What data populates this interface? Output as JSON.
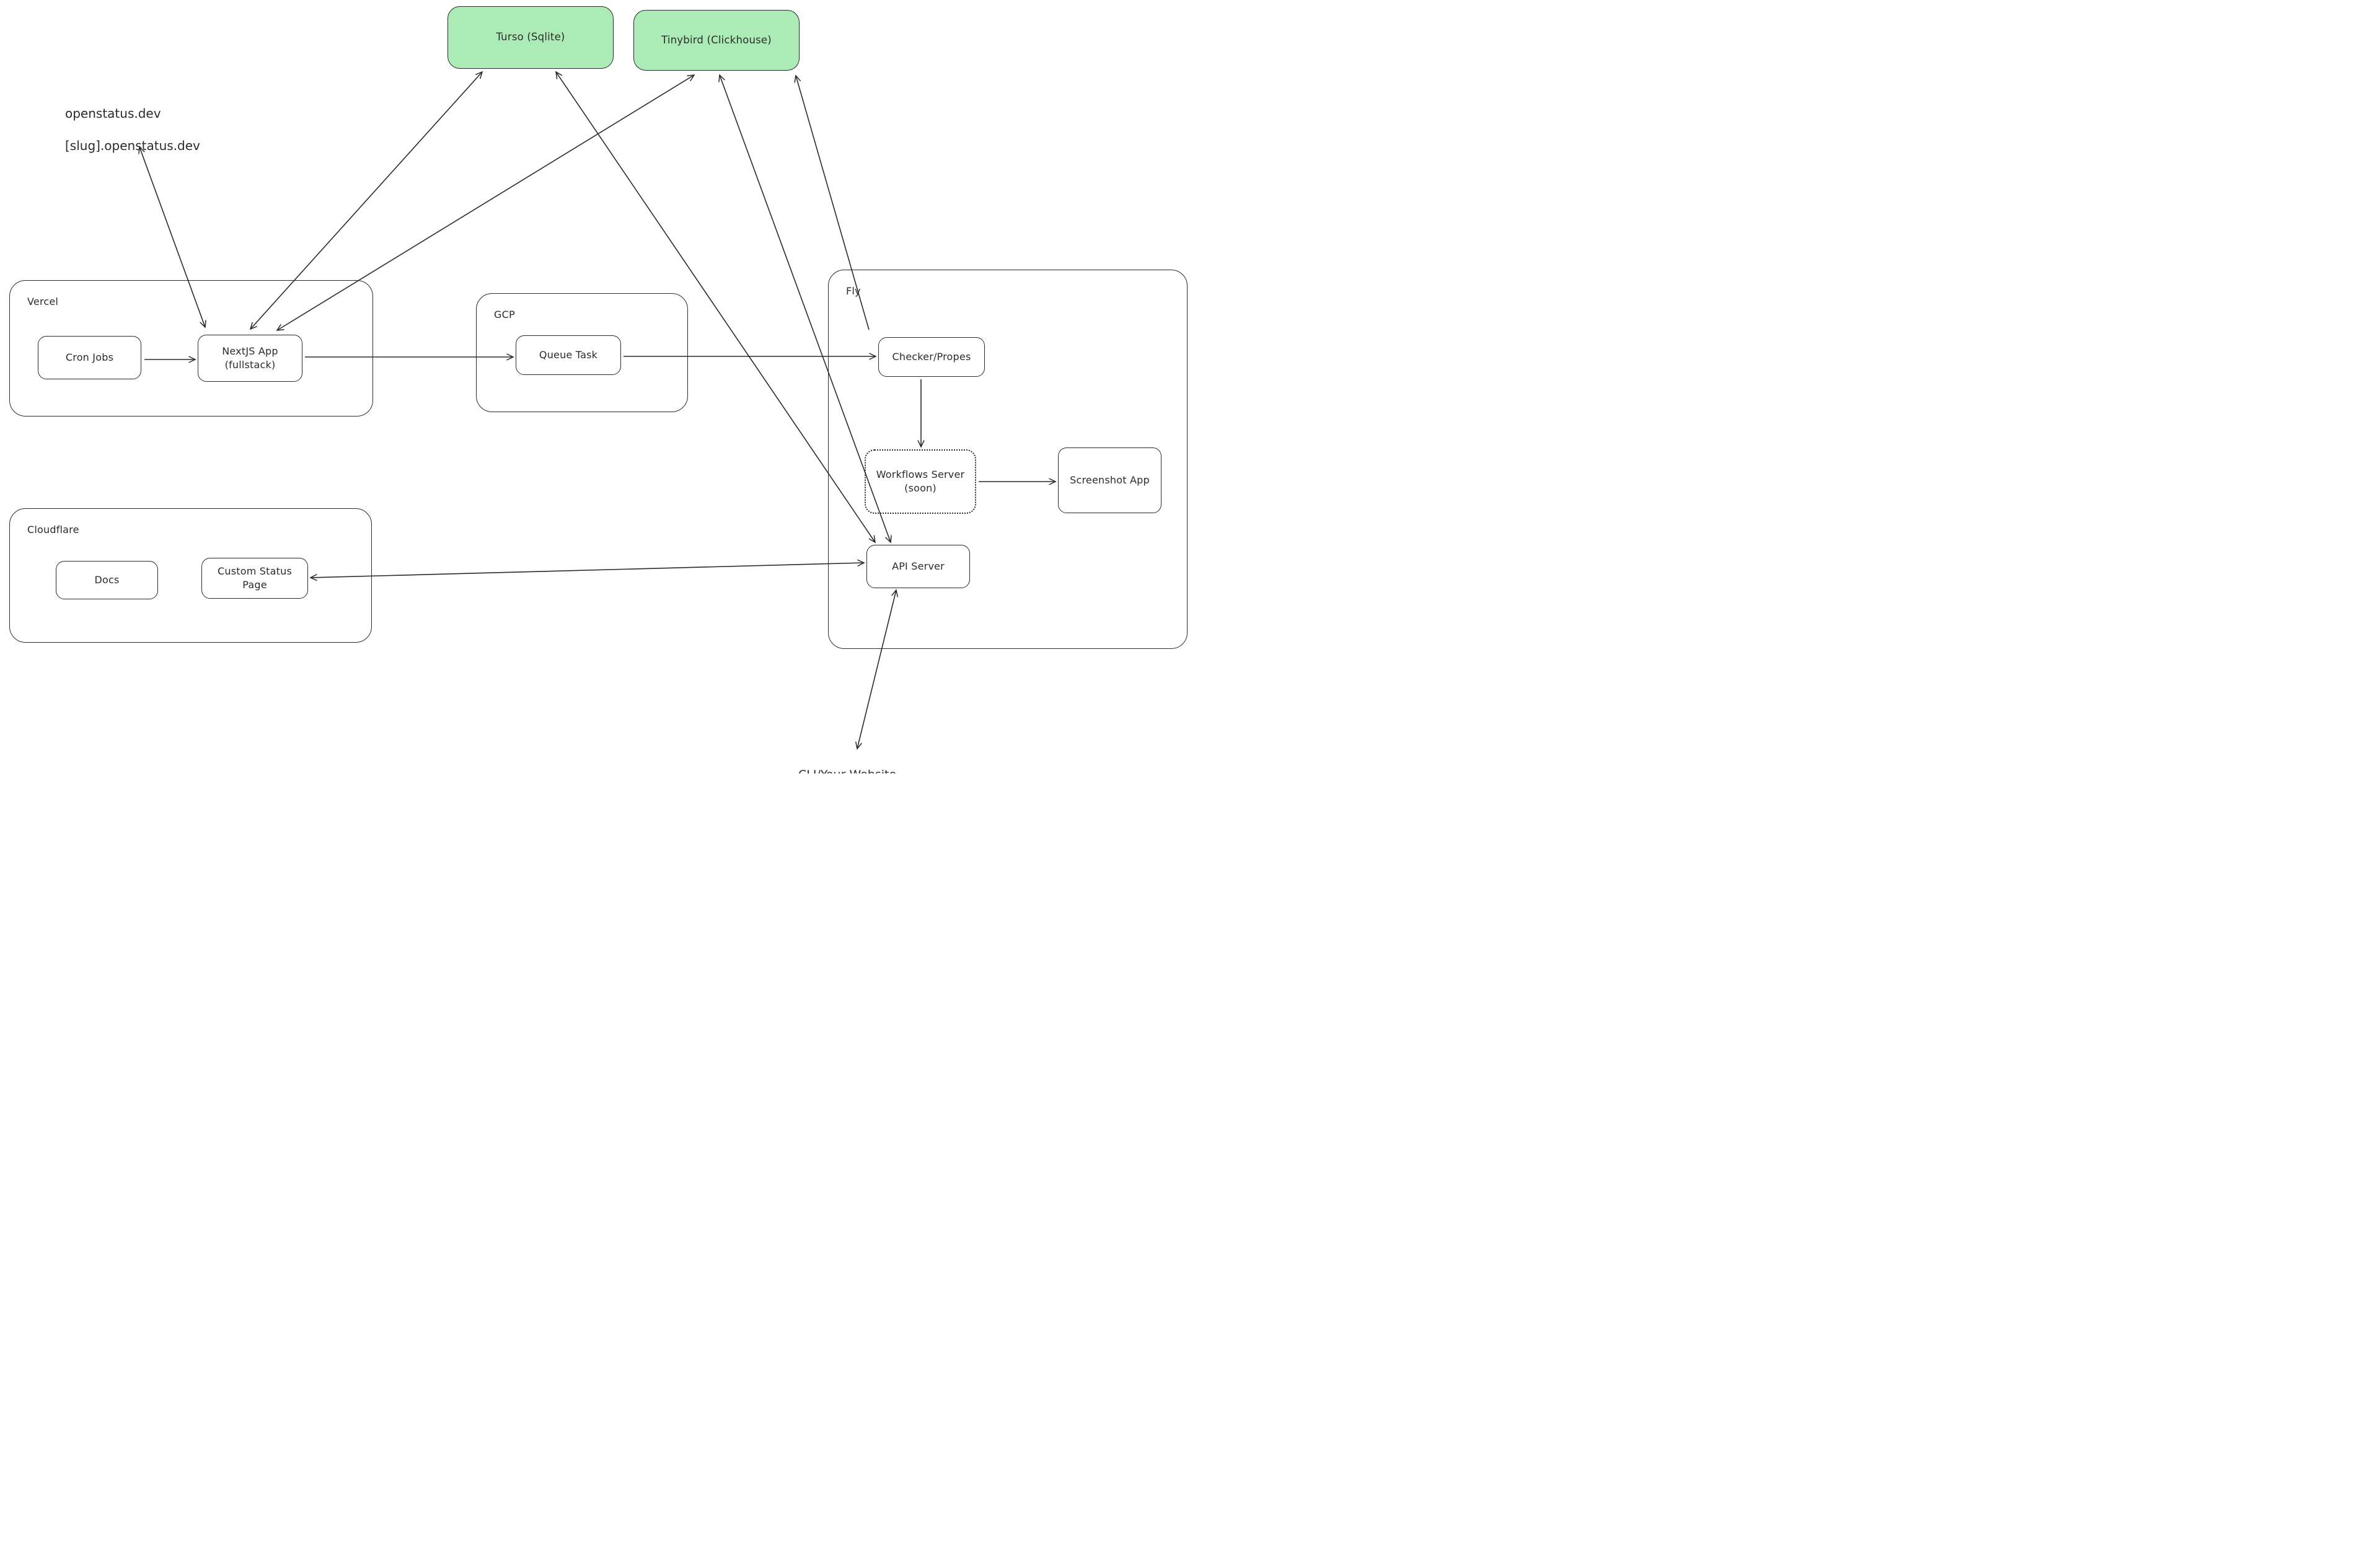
{
  "containers": {
    "vercel": {
      "label": "Vercel"
    },
    "gcp": {
      "label": "GCP"
    },
    "fly": {
      "label": "Fly"
    },
    "cloudflare": {
      "label": "Cloudflare"
    }
  },
  "nodes": {
    "turso": {
      "label": "Turso (Sqlite)"
    },
    "tinybird": {
      "label": "Tinybird (Clickhouse)"
    },
    "cron_jobs": {
      "label": "Cron Jobs"
    },
    "nextjs_app": {
      "line1": "NextJS App",
      "line2": "(fullstack)"
    },
    "queue_task": {
      "label": "Queue Task"
    },
    "checker": {
      "label": "Checker/Propes"
    },
    "workflows_server": {
      "line1": "Workflows Server",
      "line2": "(soon)"
    },
    "screenshot_app": {
      "label": "Screenshot App"
    },
    "api_server": {
      "label": "API Server"
    },
    "docs": {
      "label": "Docs"
    },
    "custom_status_page": {
      "label": "Custom Status Page"
    }
  },
  "annotations": {
    "domains_line1": "openstatus.dev",
    "domains_line2": "[slug].openstatus.dev",
    "cli": "CLI/Your Website"
  },
  "edges": [
    {
      "from": "nextjs_app",
      "to": "domains_annotation",
      "bidirectional": true
    },
    {
      "from": "nextjs_app",
      "to": "turso",
      "bidirectional": true
    },
    {
      "from": "nextjs_app",
      "to": "tinybird",
      "bidirectional": true
    },
    {
      "from": "api_server",
      "to": "turso",
      "bidirectional": true
    },
    {
      "from": "api_server",
      "to": "tinybird",
      "bidirectional": true
    },
    {
      "from": "checker",
      "to": "tinybird",
      "bidirectional": false
    },
    {
      "from": "cron_jobs",
      "to": "nextjs_app",
      "bidirectional": false
    },
    {
      "from": "nextjs_app",
      "to": "queue_task",
      "bidirectional": false
    },
    {
      "from": "queue_task",
      "to": "checker",
      "bidirectional": false
    },
    {
      "from": "checker",
      "to": "workflows_server",
      "bidirectional": false
    },
    {
      "from": "workflows_server",
      "to": "screenshot_app",
      "bidirectional": false
    },
    {
      "from": "api_server",
      "to": "custom_status_page",
      "bidirectional": true
    },
    {
      "from": "api_server",
      "to": "cli_annotation",
      "bidirectional": true
    }
  ],
  "colors": {
    "database_fill": "#abecb6",
    "stroke": "#2b2b2b",
    "background": "#ffffff"
  }
}
